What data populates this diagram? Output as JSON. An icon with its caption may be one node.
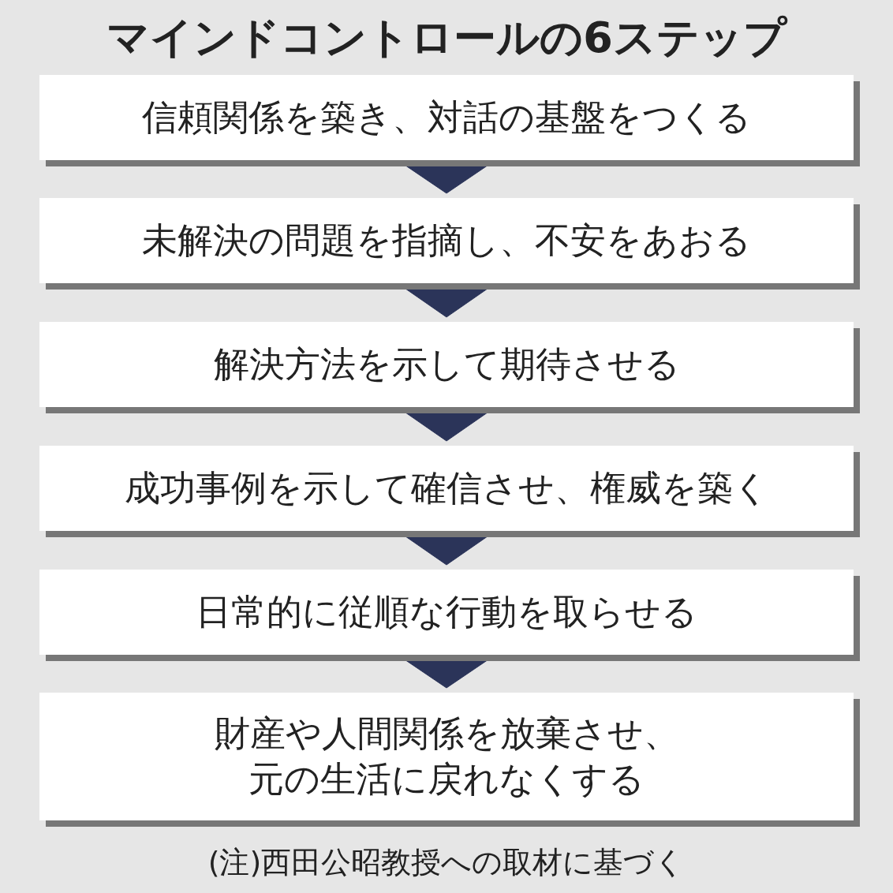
{
  "diagram": {
    "title": "マインドコントロールの6ステップ",
    "nodes": [
      {
        "text": [
          "信頼関係を築き、対話の基盤をつくる"
        ]
      },
      {
        "text": [
          "未解決の問題を指摘し、不安をあおる"
        ]
      },
      {
        "text": [
          "解決方法を示して期待させる"
        ]
      },
      {
        "text": [
          "成功事例を示して確信させ、権威を築く"
        ]
      },
      {
        "text": [
          "日常的に従順な行動を取らせる"
        ]
      },
      {
        "text": [
          "財産や人間関係を放棄させ、元の生活に戻れなくする"
        ]
      }
    ],
    "edges": [
      {
        "from": 0,
        "to": 1,
        "arrow": "to"
      },
      {
        "from": 1,
        "to": 2,
        "arrow": "to"
      },
      {
        "from": 2,
        "to": 3,
        "arrow": "to"
      },
      {
        "from": 3,
        "to": 4,
        "arrow": "to"
      },
      {
        "from": 4,
        "to": 5,
        "arrow": "to"
      }
    ],
    "caption": "(注)西田公昭教授への取材に基づく"
  }
}
